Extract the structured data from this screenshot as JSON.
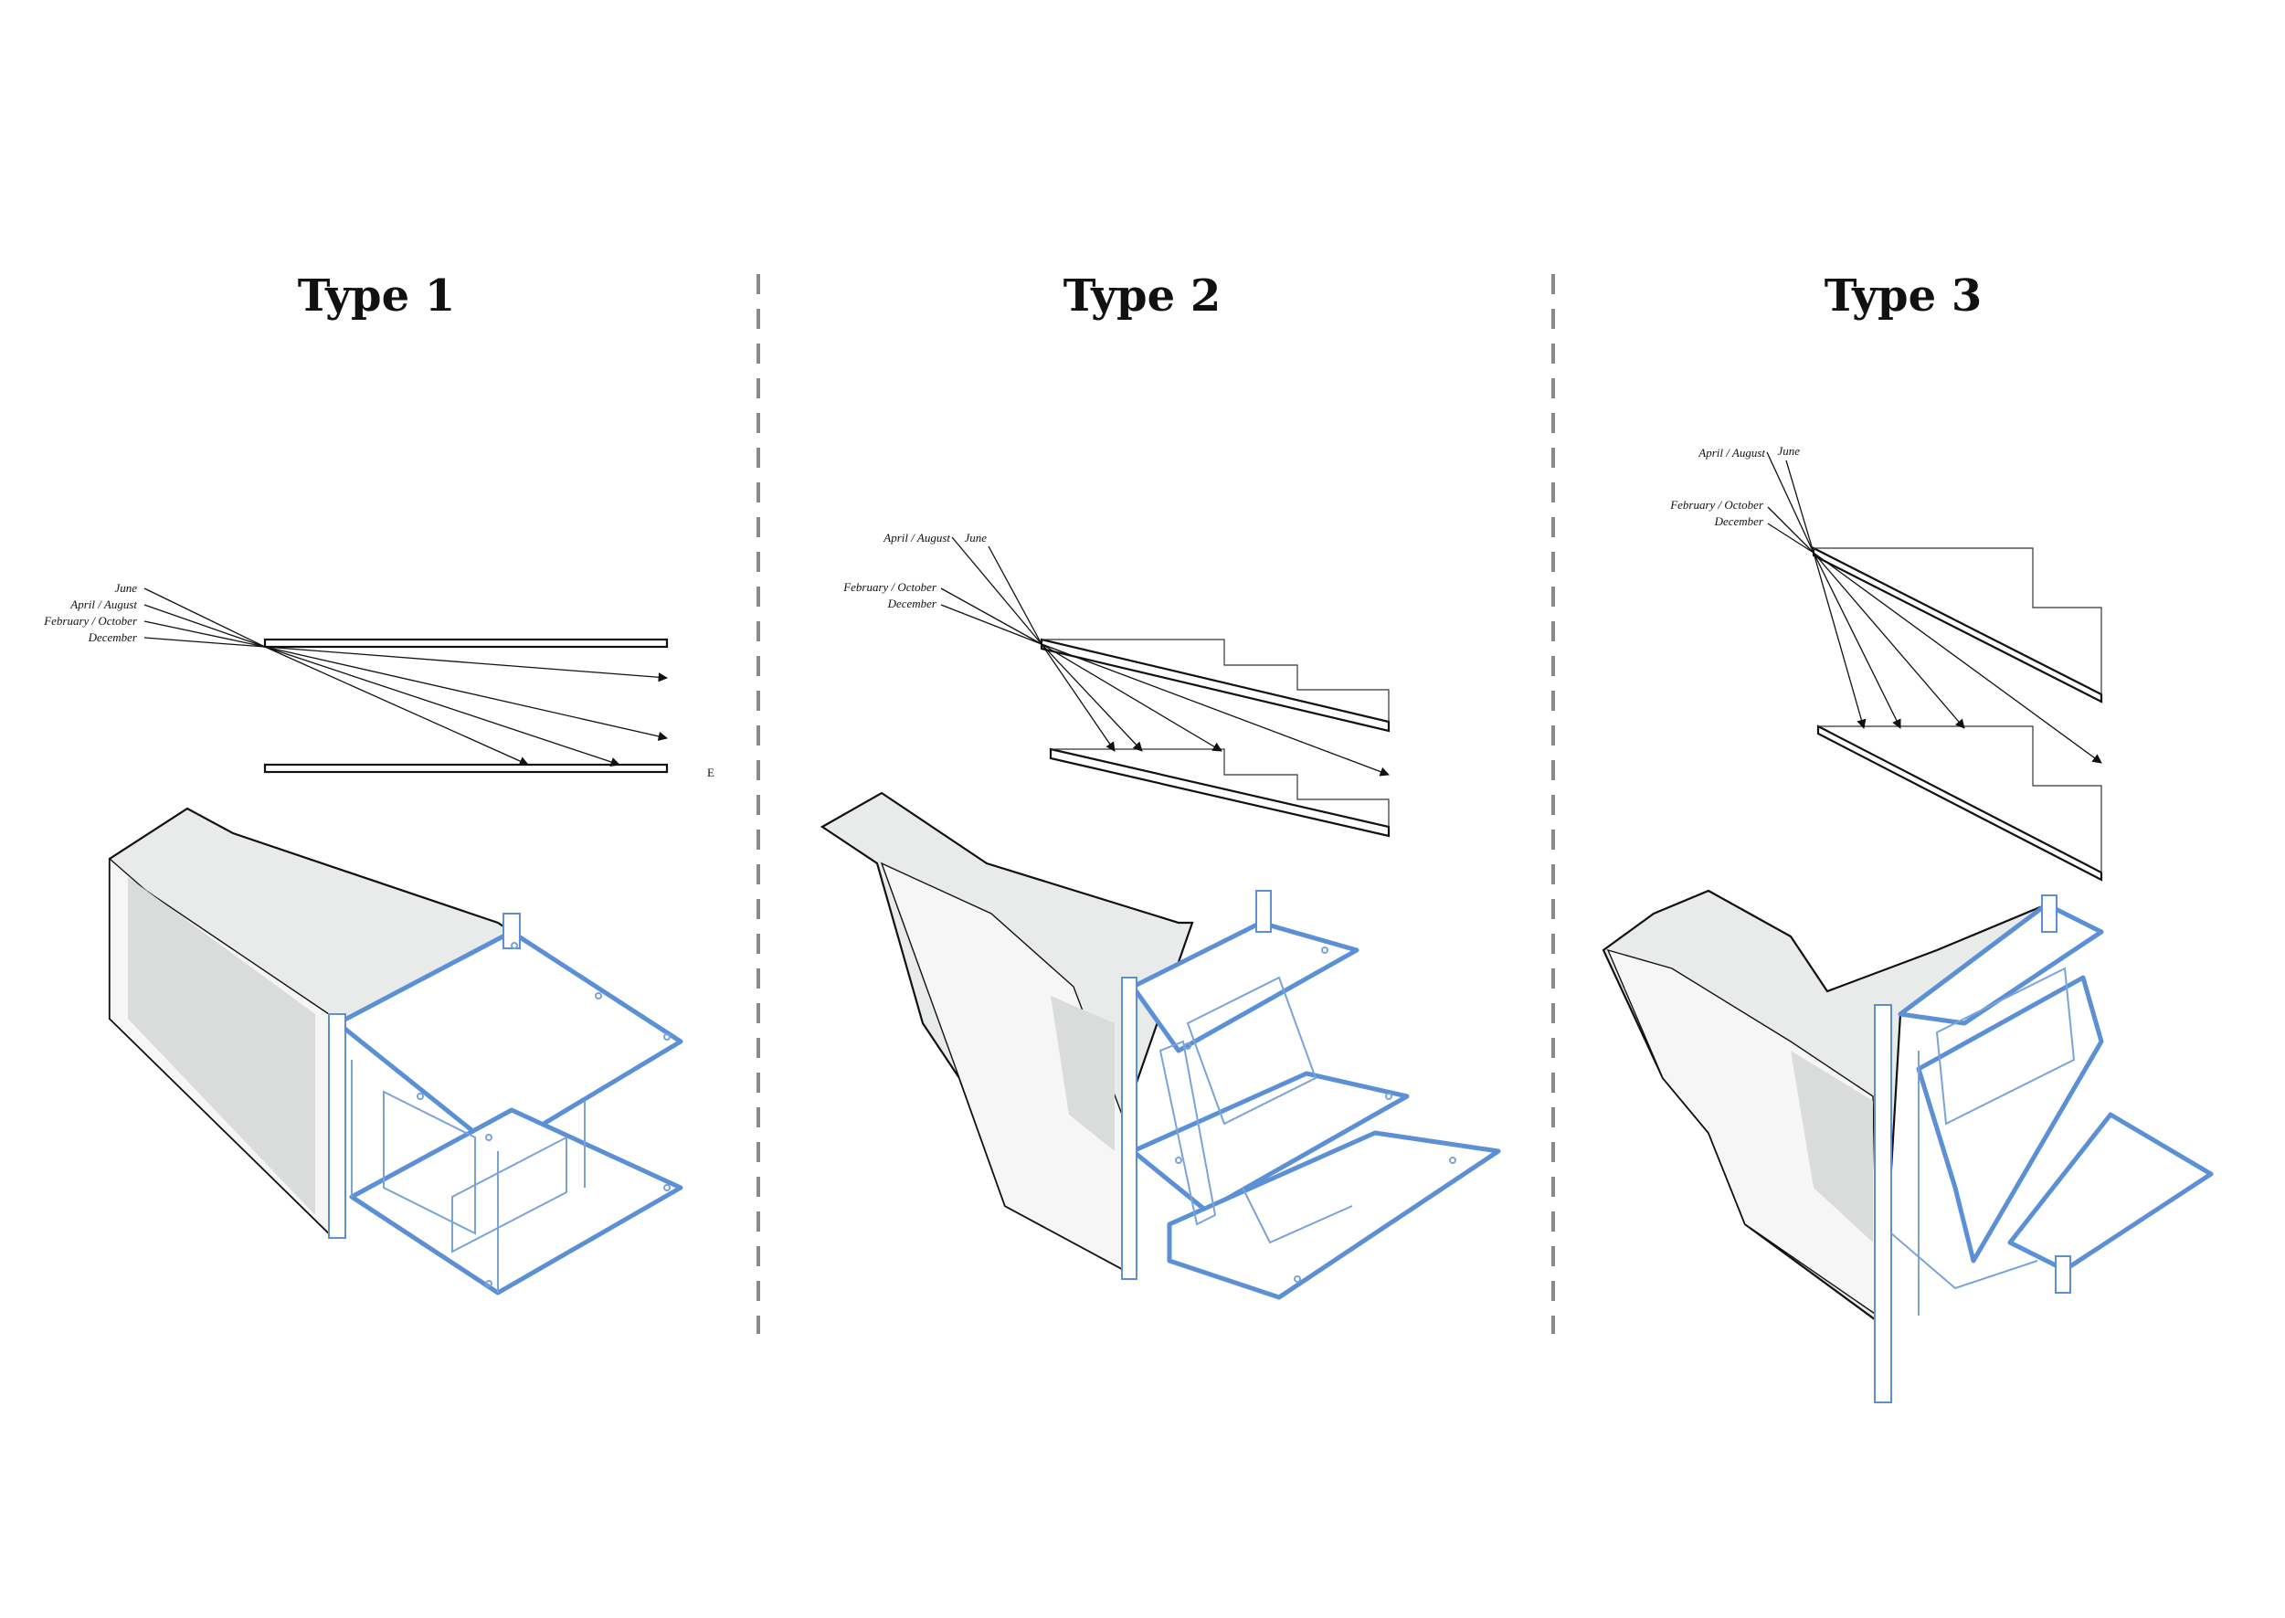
{
  "panels": [
    {
      "title": "Type 1",
      "months": [
        "June",
        "April / August",
        "February / October",
        "December"
      ],
      "extra_label": "E"
    },
    {
      "title": "Type 2",
      "months": [
        "April / August",
        "June",
        "February / October",
        "December"
      ]
    },
    {
      "title": "Type 3",
      "months": [
        "April / August",
        "June",
        "February / October",
        "December"
      ]
    }
  ],
  "colors": {
    "accent": "#5b8fd6",
    "ink": "#111111",
    "divider": "#8a8a8a",
    "mass": "#e9ebea"
  }
}
